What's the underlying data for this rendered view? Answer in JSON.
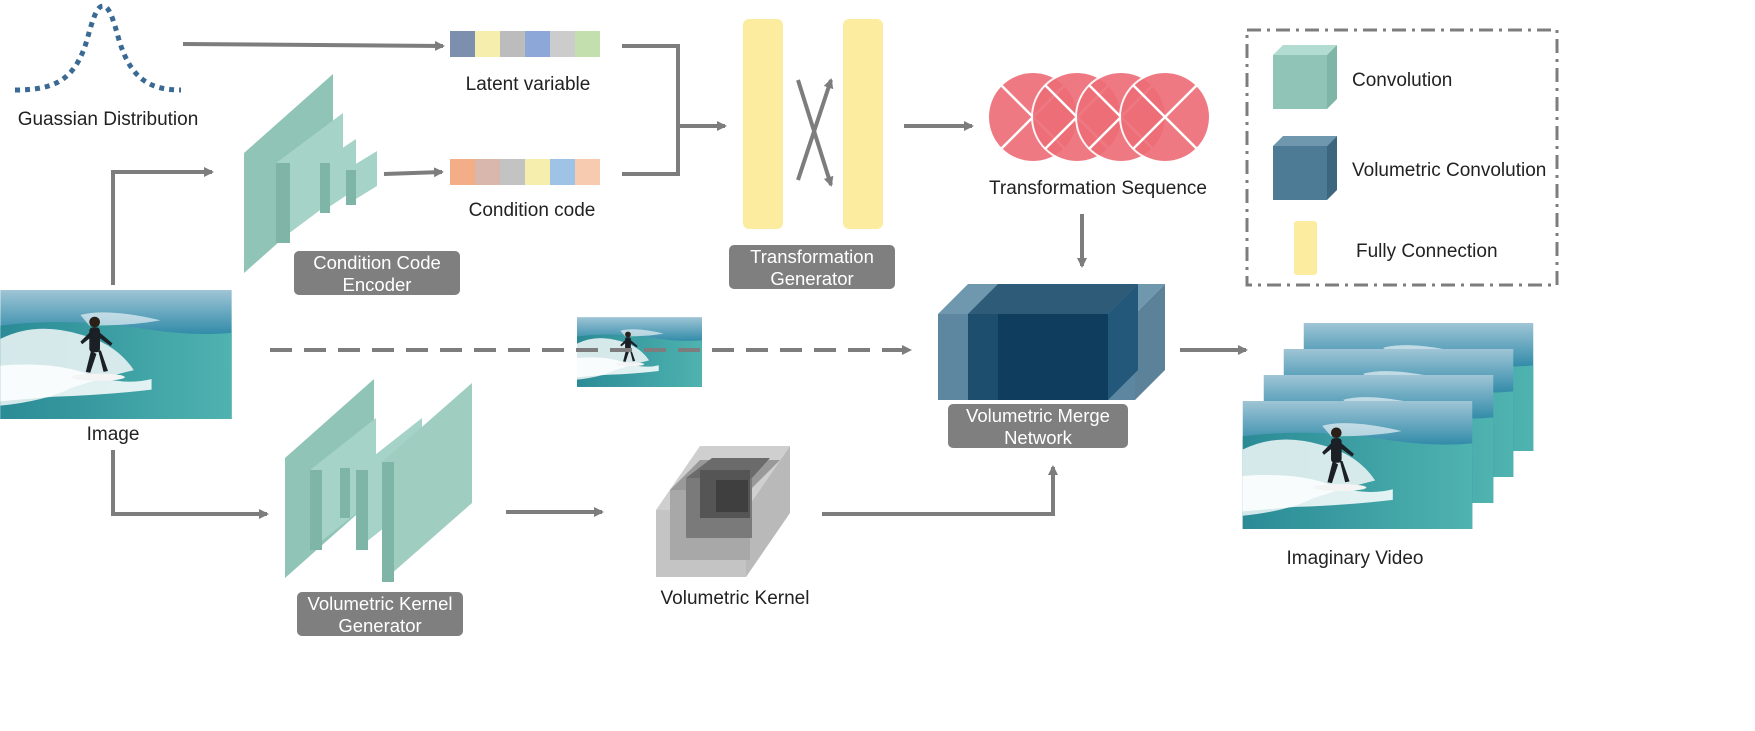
{
  "labels": {
    "gaussian": "Guassian Distribution",
    "latent": "Latent variable",
    "condition_code": "Condition code",
    "encoder": [
      "Condition Code",
      "Encoder"
    ],
    "transformation_generator": [
      "Transformation",
      "Generator"
    ],
    "transformation_sequence": "Transformation Sequence",
    "image": "Image",
    "merge_network": [
      "Volumetric Merge",
      "Network"
    ],
    "kernel_generator": [
      "Volumetric Kernel",
      "Generator"
    ],
    "volumetric_kernel": "Volumetric Kernel",
    "imaginary_video": "Imaginary Video"
  },
  "legend": {
    "convolution": "Convolution",
    "volumetric_convolution": "Volumetric Convolution",
    "fully_connection": "Fully Connection"
  },
  "colors": {
    "convolution": "#8fc4b6",
    "volumetric_convolution": "#4d7a94",
    "fully_connection": "#fbeca0",
    "arrow": "#7d7d7d",
    "label_box": "#7f7f7f",
    "transformation_circle": "#ee6e78",
    "gaussian_curve": "#3a6a93"
  },
  "latent_cells": [
    "#7d8fae",
    "#f6eeac",
    "#bcbcbc",
    "#8da7d8",
    "#cccccc",
    "#c3dfae"
  ],
  "condition_cells": [
    "#f4ae87",
    "#d9b7ad",
    "#c3c3c3",
    "#f6eeac",
    "#9fc3e6",
    "#f7cbb0"
  ]
}
